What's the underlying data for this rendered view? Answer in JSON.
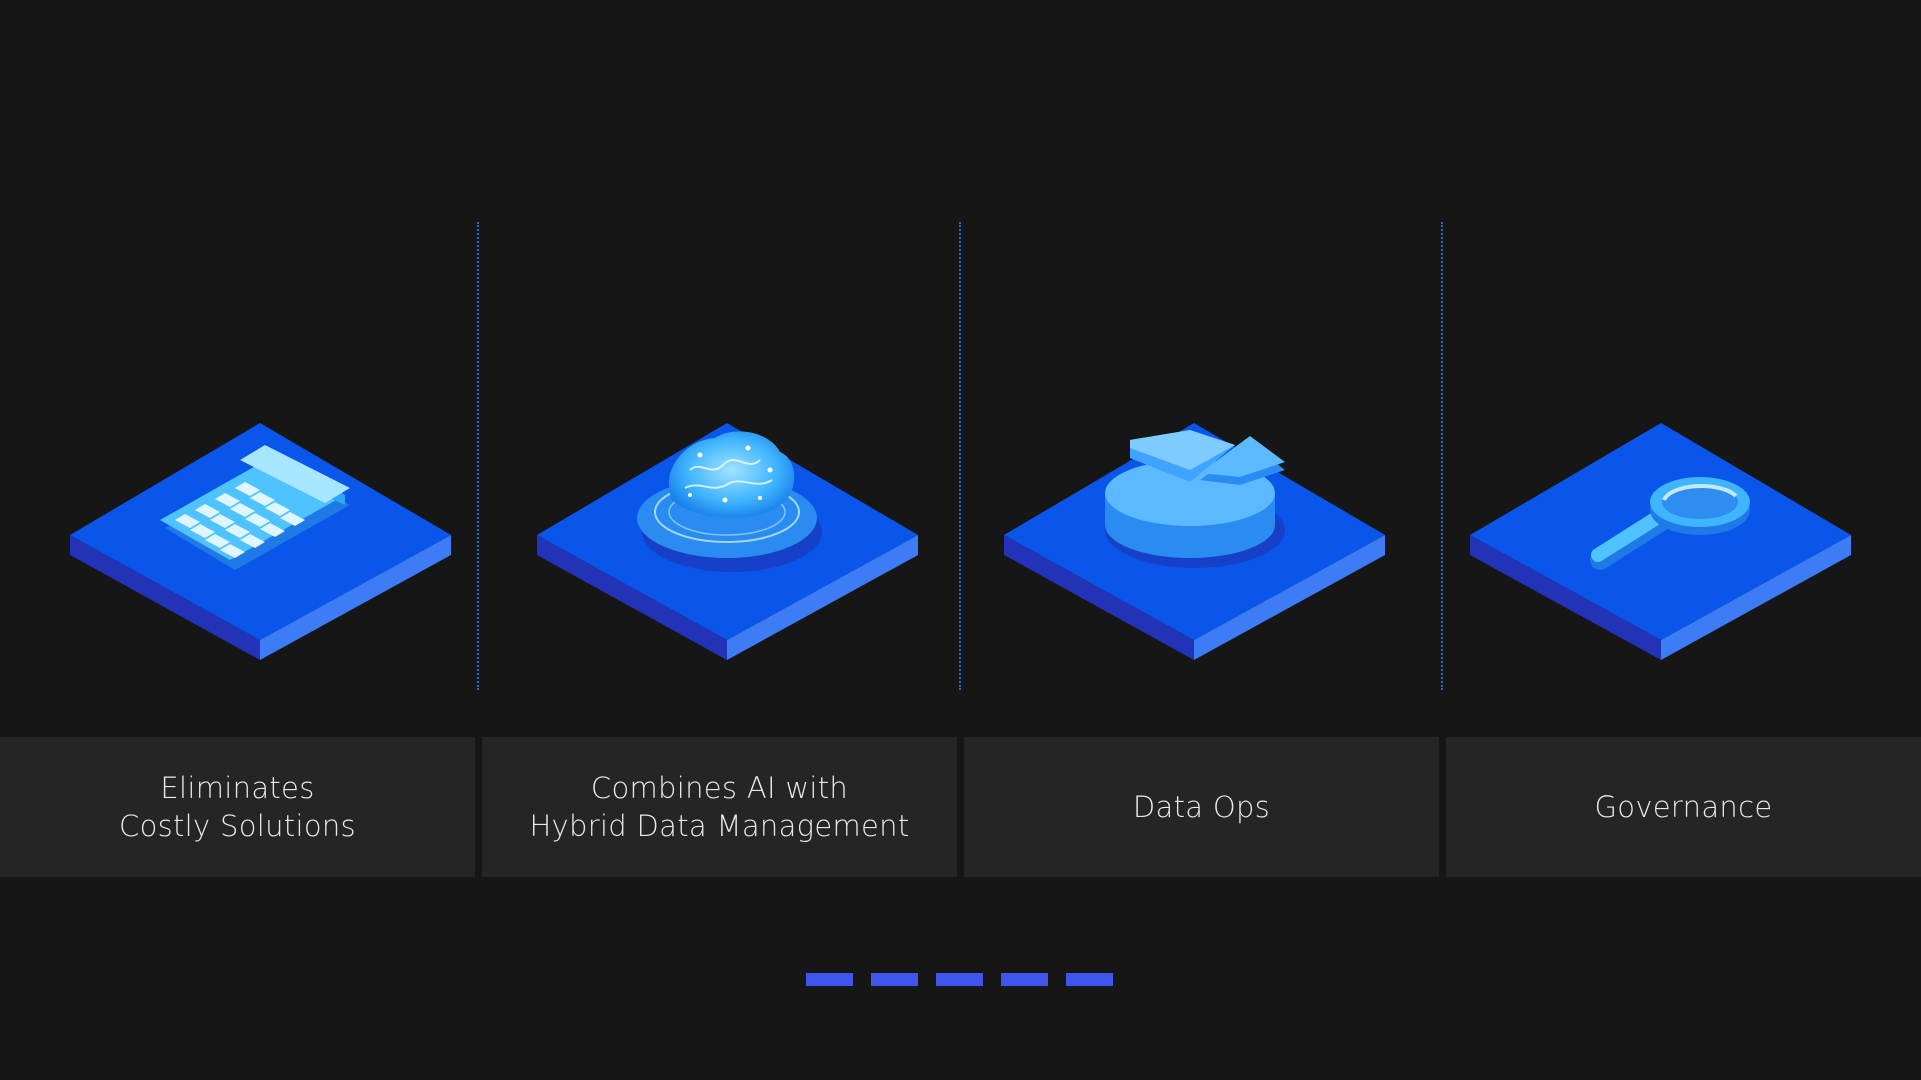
{
  "colors": {
    "background": "#161617",
    "card": "#252526",
    "text": "#e9e9ea",
    "accent": "#3f55ee",
    "tile_top": "#0a55ea",
    "tile_left": "#2233b8",
    "tile_right": "#3d7cf4",
    "divider": "#1f6fd6"
  },
  "features": [
    {
      "icon": "calculator-icon",
      "label": "Eliminates\nCostly Solutions"
    },
    {
      "icon": "brain-icon",
      "label": "Combines AI with\nHybrid Data Management"
    },
    {
      "icon": "pie-chart-icon",
      "label": "Data Ops"
    },
    {
      "icon": "magnifier-icon",
      "label": "Governance"
    }
  ],
  "pager": {
    "count": 5
  }
}
